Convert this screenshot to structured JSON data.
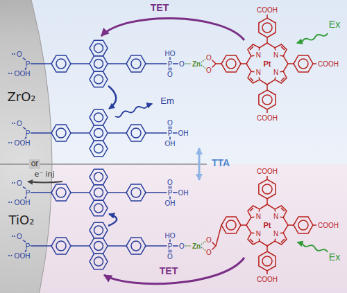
{
  "diagram": {
    "nodes": [
      {
        "text": [
          "ZrO₂"
        ]
      },
      {
        "text": [
          "TiO₂"
        ]
      }
    ],
    "labels": [
      "TET",
      "Ex",
      "O",
      "P",
      "OOH",
      "HO",
      "P",
      "O",
      "O",
      "Zn",
      "O",
      "O",
      "COOH",
      "N",
      "N",
      "Pt",
      "N",
      "N",
      "COOH",
      "COOH",
      "Em",
      "O",
      "P",
      "OOH",
      "O",
      "P",
      "OH",
      "OH",
      "or",
      "TTA",
      "e⁻ inj",
      "O",
      "P",
      "OOH",
      "O",
      "P",
      "OH",
      "OH",
      "COOH",
      "N",
      "N",
      "Pt",
      "N",
      "N",
      "COOH",
      "COOH",
      "Ex",
      "O",
      "P",
      "OOH",
      "HO",
      "P",
      "O",
      "O",
      "Zn",
      "O",
      "O",
      "TET"
    ]
  }
}
